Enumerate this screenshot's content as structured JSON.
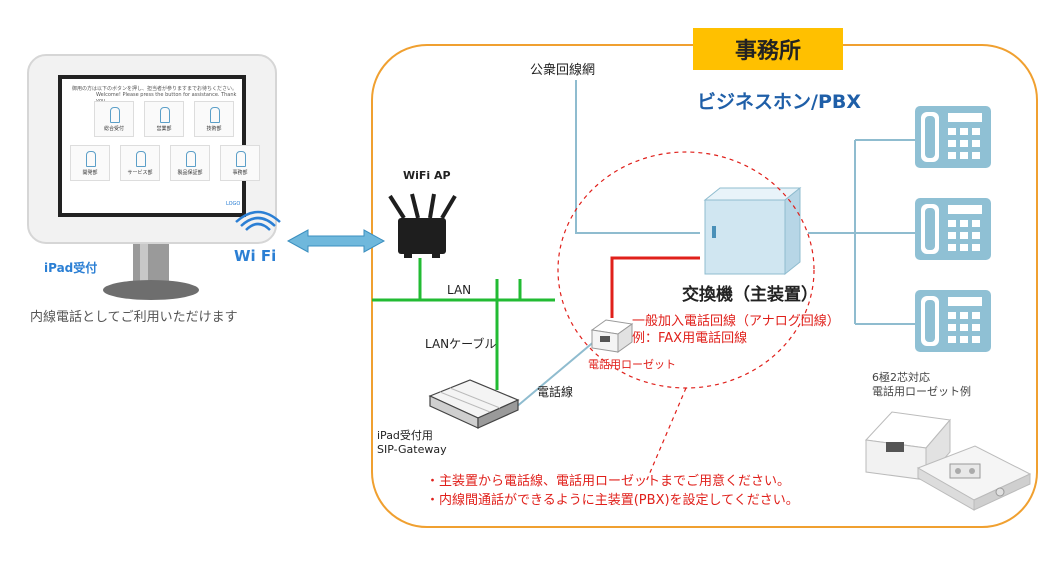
{
  "office": {
    "title": "事務所"
  },
  "labels": {
    "public_network": "公衆回線網",
    "pbx": "ビジネスホン/PBX",
    "wifi_ap": "WiFi AP",
    "wifi": "Wi Fi",
    "ipad_reception": "iPad受付",
    "extension_note": "内線電話としてご利用いただけます",
    "lan": "LAN",
    "lan_cable": "LANケーブル",
    "exchange": "交換機（主装置）",
    "analog_line_1": "一般加入電話回線（アナログ回線）",
    "analog_line_2": "例：FAX用電話回線",
    "phone_rosette": "電話用ローゼット",
    "phone_line": "電話線",
    "gateway_1": "iPad受付用",
    "gateway_2": "SIP-Gateway",
    "rosette_example_1": "6極2芯対応",
    "rosette_example_2": "電話用ローゼット例",
    "note_1": "・主装置から電話線、電話用ローゼットまでご用意ください。",
    "note_2": "・内線間通話ができるように主装置(PBX)を設定してください。"
  },
  "kiosk": {
    "header_1": "御用の方は以下のボタンを押し、担当者が参りますまでお待ちください。",
    "header_2": "Welcome!   Please press the button for assistance.  Thank you.",
    "buttons": [
      "総合受付",
      "営業部",
      "技術部",
      "開発部",
      "サービス部",
      "製品保証部",
      "事務部"
    ],
    "logo": "LOGO"
  },
  "colors": {
    "office_border": "#f0a030",
    "office_title_bg": "#ffc000",
    "lan": "#22bb33",
    "line": "#8fbccf",
    "red": "#e0201b",
    "pbx_text": "#1f5fa8",
    "phone": "#8fc0d4"
  }
}
